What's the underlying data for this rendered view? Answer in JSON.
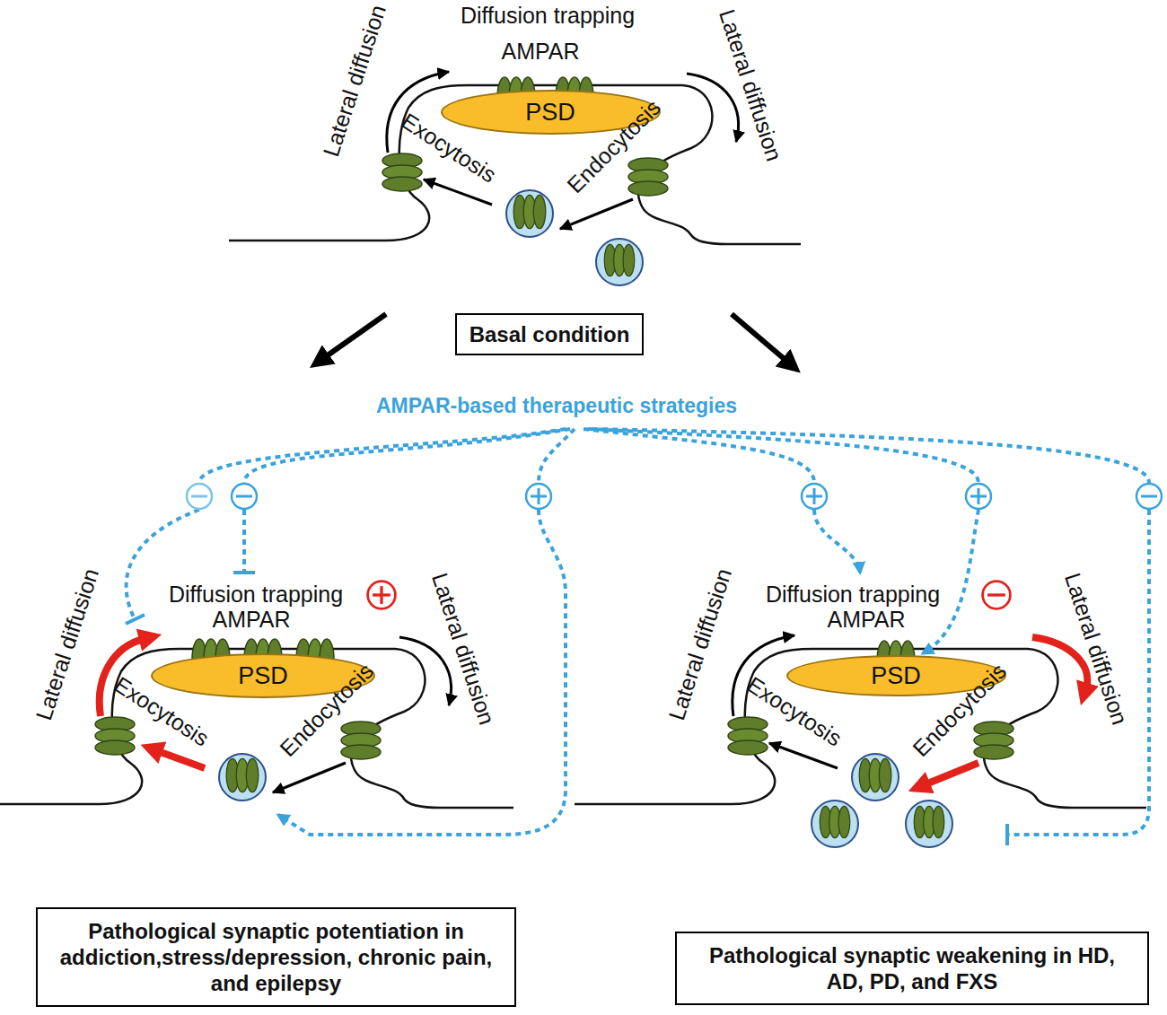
{
  "diagram": {
    "nodes": [
      {
        "text": [
          "PSD"
        ]
      },
      {
        "text": [
          "Basal condition"
        ]
      },
      {
        "text": [
          "PSD"
        ]
      },
      {
        "text": [
          "Pathological synaptic potentiation in addiction,stress/depression, chronic pain, and epilepsy"
        ]
      },
      {
        "text": [
          "PSD"
        ]
      },
      {
        "text": [
          "Pathological synaptic weakening in HD, AD, PD, and FXS"
        ]
      }
    ],
    "labels": [
      "Diffusion trapping",
      "AMPAR",
      "Lateral diffusion",
      "Lateral diffusion",
      "Exocytosis",
      "Endocytosis",
      "AMPAR-based therapeutic strategies",
      "Diffusion trapping",
      "AMPAR",
      "Lateral diffusion",
      "Lateral diffusion",
      "Exocytosis",
      "Endocytosis",
      "Diffusion trapping",
      "AMPAR",
      "Lateral diffusion",
      "Lateral diffusion",
      "Exocytosis",
      "Endocytosis"
    ]
  }
}
